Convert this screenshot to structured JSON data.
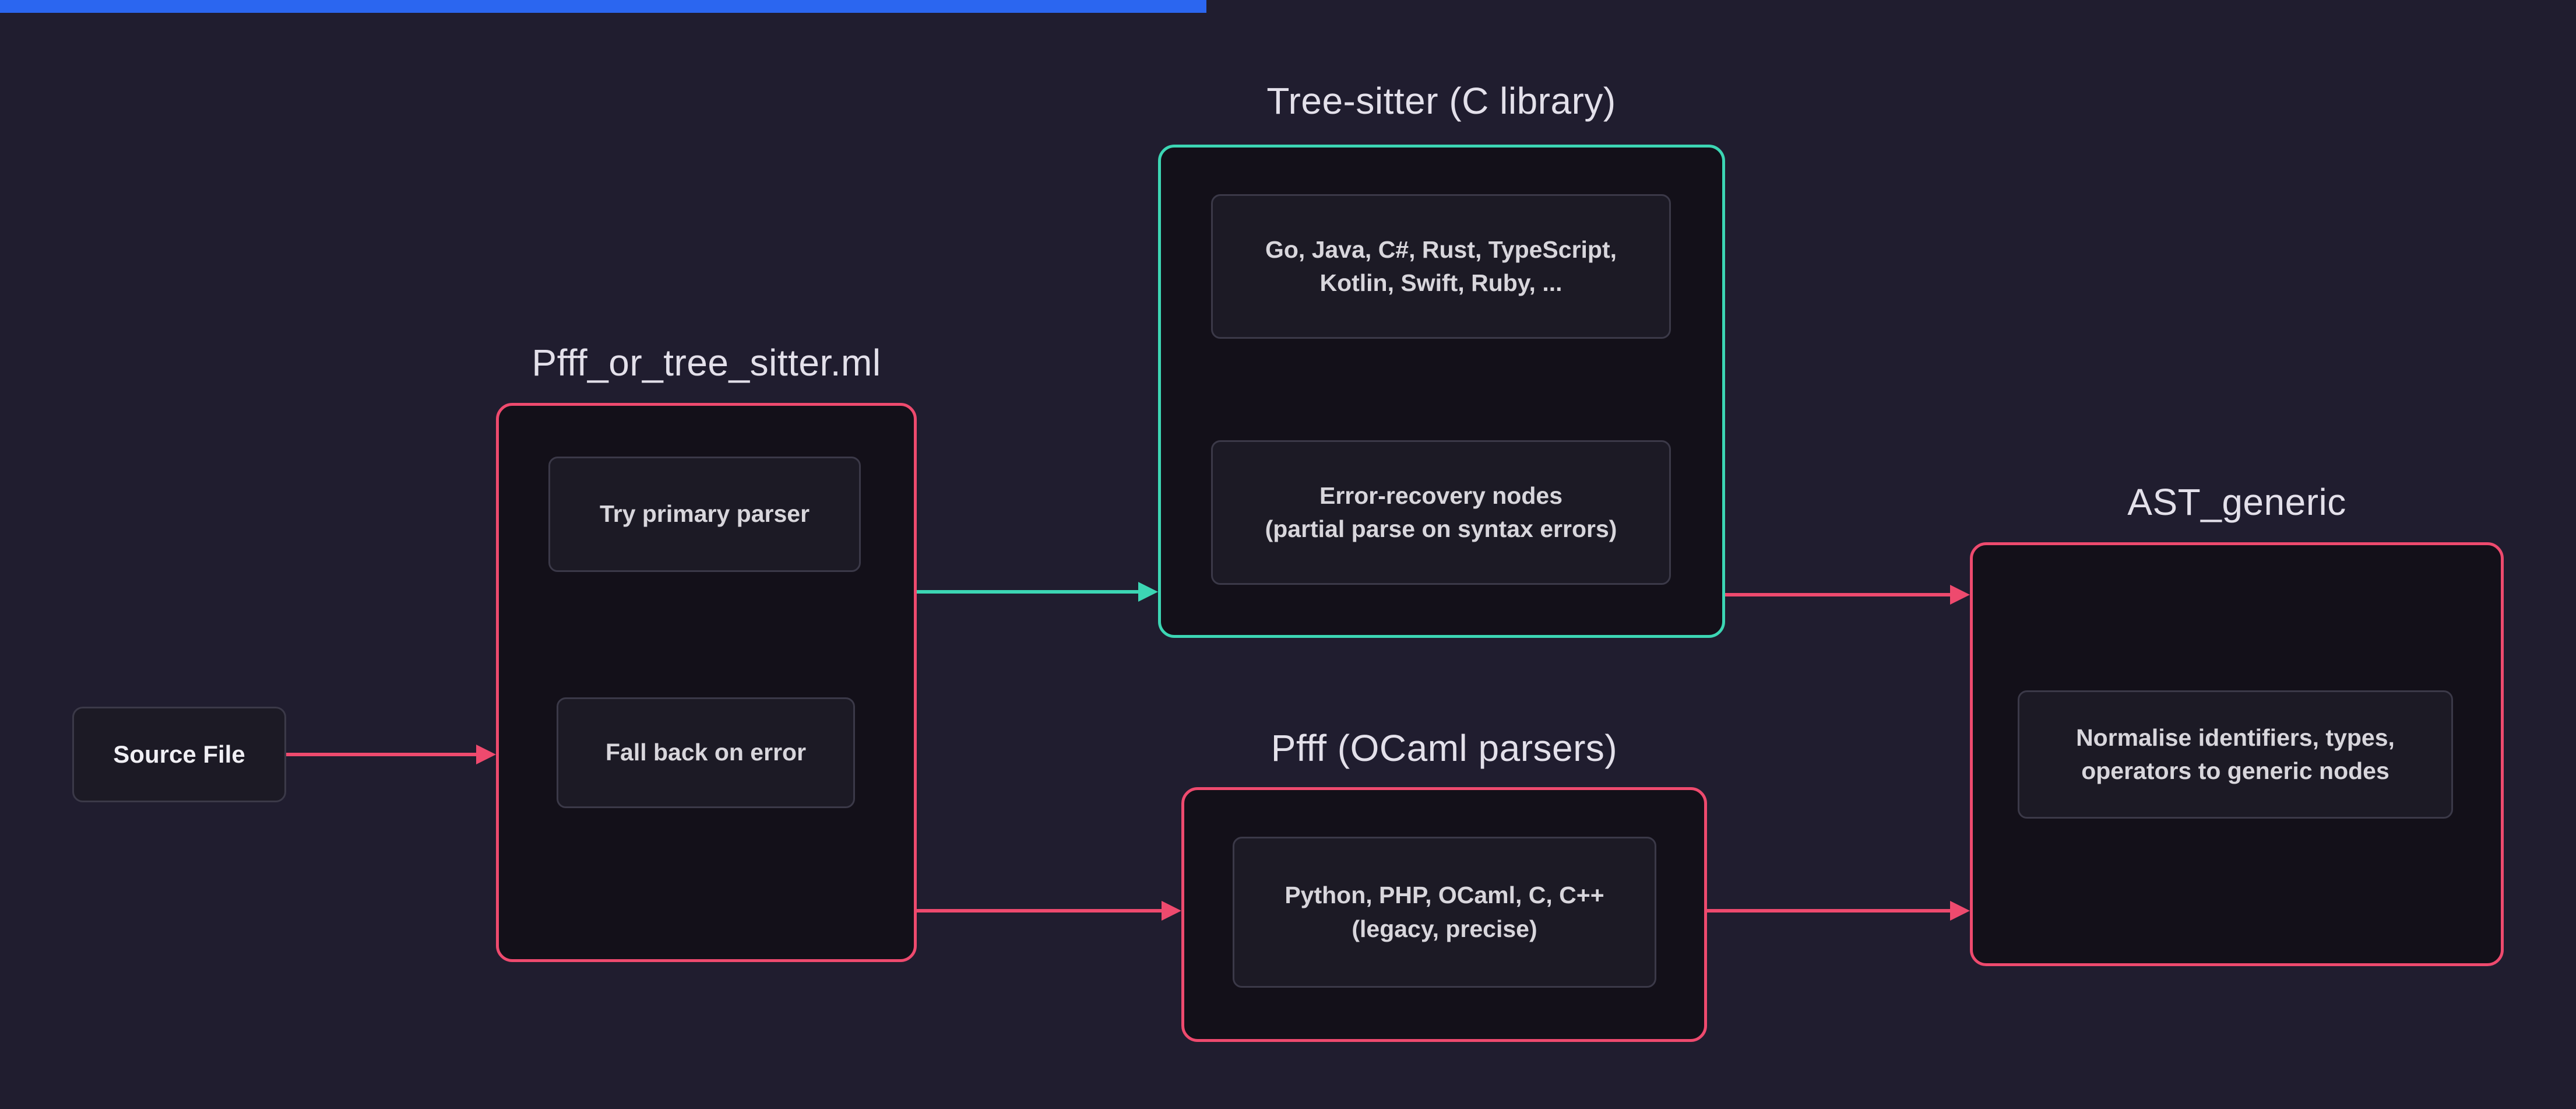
{
  "colors": {
    "background": "#201d2f",
    "node_fill": "#131019",
    "inner_fill": "#1c1a25",
    "inner_border": "#3b3948",
    "pink": "#ee4a6e",
    "teal": "#3cd6b4",
    "title_text": "#e3e0ea",
    "label_text": "#d8d6dc",
    "bottom_bar": "#2b66f0"
  },
  "diagram": {
    "source": {
      "label": "Source File"
    },
    "router": {
      "title": "Pfff_or_tree_sitter.ml",
      "try_primary": "Try primary parser",
      "fallback": "Fall back on error"
    },
    "tree_sitter": {
      "title": "Tree-sitter (C library)",
      "languages": "Go, Java, C#, Rust, TypeScript,\nKotlin, Swift, Ruby, ...",
      "error_recovery": "Error-recovery nodes\n(partial parse on syntax errors)"
    },
    "pfff": {
      "title": "Pfff (OCaml parsers)",
      "languages": "Python, PHP, OCaml, C, C++\n(legacy, precise)"
    },
    "ast_generic": {
      "title": "AST_generic",
      "normalise": "Normalise identifiers, types,\noperators to generic nodes"
    }
  }
}
